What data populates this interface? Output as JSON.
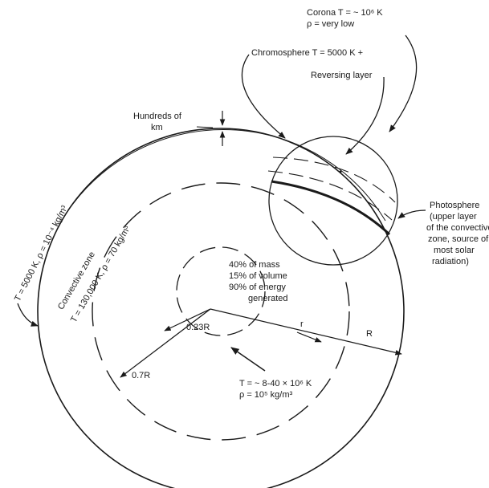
{
  "labels": {
    "corona_line1": "Corona T = ~ 10⁶ K",
    "corona_line2": "ρ = very low",
    "chromosphere": "Chromosphere T = 5000 K +",
    "reversing_layer": "Reversing layer",
    "hundreds_km_line1": "Hundreds of",
    "hundreds_km_line2": "km",
    "photosphere_line1": "Photosphere",
    "photosphere_line2": "(upper layer",
    "photosphere_line3": "of the convective",
    "photosphere_line4": "zone, source of",
    "photosphere_line5": "most solar",
    "photosphere_line6": "radiation)",
    "core_line1": "40% of mass",
    "core_line2": "15% of volume",
    "core_line3": "90% of energy",
    "core_line4": "generated",
    "core_radius": "0.23R",
    "r_label": "r",
    "R_label": "R",
    "convective_radius": "0.7R",
    "core_temp": "T = ~ 8-40 × 10⁶ K",
    "core_density": "ρ = 10⁵ kg/m³",
    "surface_conditions": "T = 5000 K, ρ = 10⁻⁴ kg/m³",
    "convective_zone_line1": "Convective zone",
    "convective_zone_line2": "T = 130,000 K, ρ = 70 kg/m³"
  }
}
